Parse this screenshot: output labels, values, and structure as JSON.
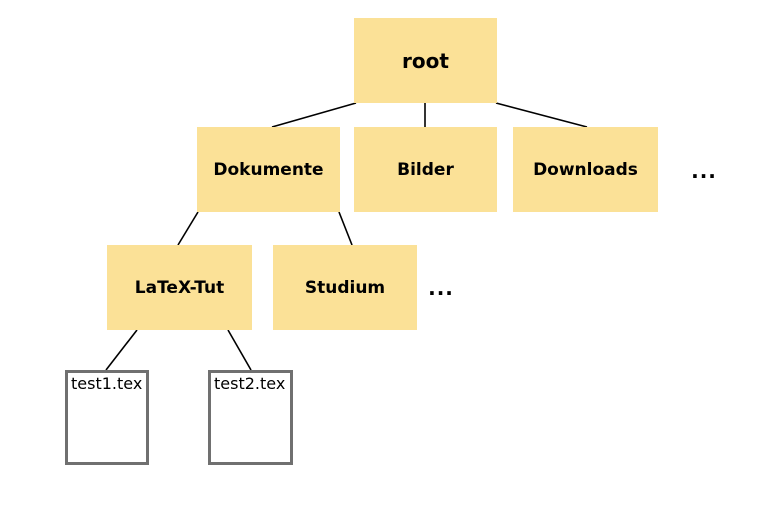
{
  "diagram_title": "file-system-tree",
  "nodes": {
    "root": {
      "label": "root",
      "type": "folder"
    },
    "dokumente": {
      "label": "Dokumente",
      "type": "folder"
    },
    "bilder": {
      "label": "Bilder",
      "type": "folder"
    },
    "downloads": {
      "label": "Downloads",
      "type": "folder"
    },
    "latex_tut": {
      "label": "LaTeX-Tut",
      "type": "folder"
    },
    "studium": {
      "label": "Studium",
      "type": "folder"
    },
    "test1": {
      "label": "test1.tex",
      "type": "file"
    },
    "test2": {
      "label": "test2.tex",
      "type": "file"
    }
  },
  "ellipses": {
    "row2": "...",
    "row3": "..."
  },
  "hierarchy": {
    "root": [
      "Dokumente",
      "Bilder",
      "Downloads",
      "..."
    ],
    "Dokumente": [
      "LaTeX-Tut",
      "Studium",
      "..."
    ],
    "LaTeX-Tut": [
      "test1.tex",
      "test2.tex"
    ]
  },
  "colors": {
    "folder_fill": "#FBE197",
    "file_border": "#707070",
    "edge": "#000000",
    "text": "#000000",
    "background": "#FFFFFF"
  }
}
